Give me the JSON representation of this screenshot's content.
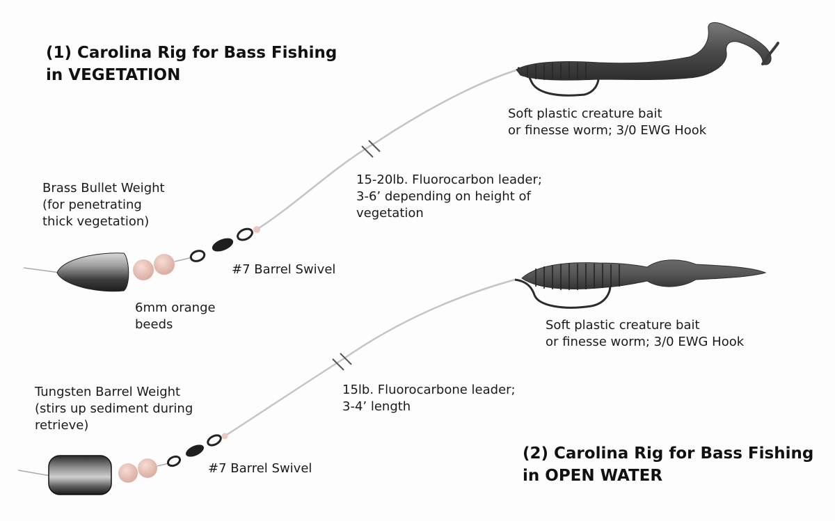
{
  "rig1": {
    "title": [
      "(1) Carolina Rig for Bass Fishing",
      "in VEGETATION"
    ],
    "weight": [
      "Brass Bullet Weight",
      "(for penetrating",
      "thick vegetation)"
    ],
    "beads": [
      "6mm orange",
      "beeds"
    ],
    "swivel": "#7 Barrel Swivel",
    "leader": [
      "15-20lb. Fluorocarbon leader;",
      "3-6’ depending on height of",
      "vegetation"
    ],
    "bait": [
      "Soft plastic creature bait",
      "or finesse worm; 3/0 EWG Hook"
    ]
  },
  "rig2": {
    "title": [
      "(2) Carolina Rig for Bass Fishing",
      "in OPEN WATER"
    ],
    "weight": [
      "Tungsten Barrel Weight",
      "(stirs up sediment during",
      "retrieve)"
    ],
    "swivel": "#7 Barrel Swivel",
    "leader": [
      "15lb. Fluorocarbone leader;",
      "3-4’ length"
    ],
    "bait": [
      "Soft plastic creature bait",
      "or finesse worm; 3/0 EWG Hook"
    ]
  },
  "colors": {
    "line": "#bdbdbd",
    "bead": "#e4b9ae",
    "metal_dark": "#2a2a2a",
    "bait_dark": "#4a4a4a"
  }
}
